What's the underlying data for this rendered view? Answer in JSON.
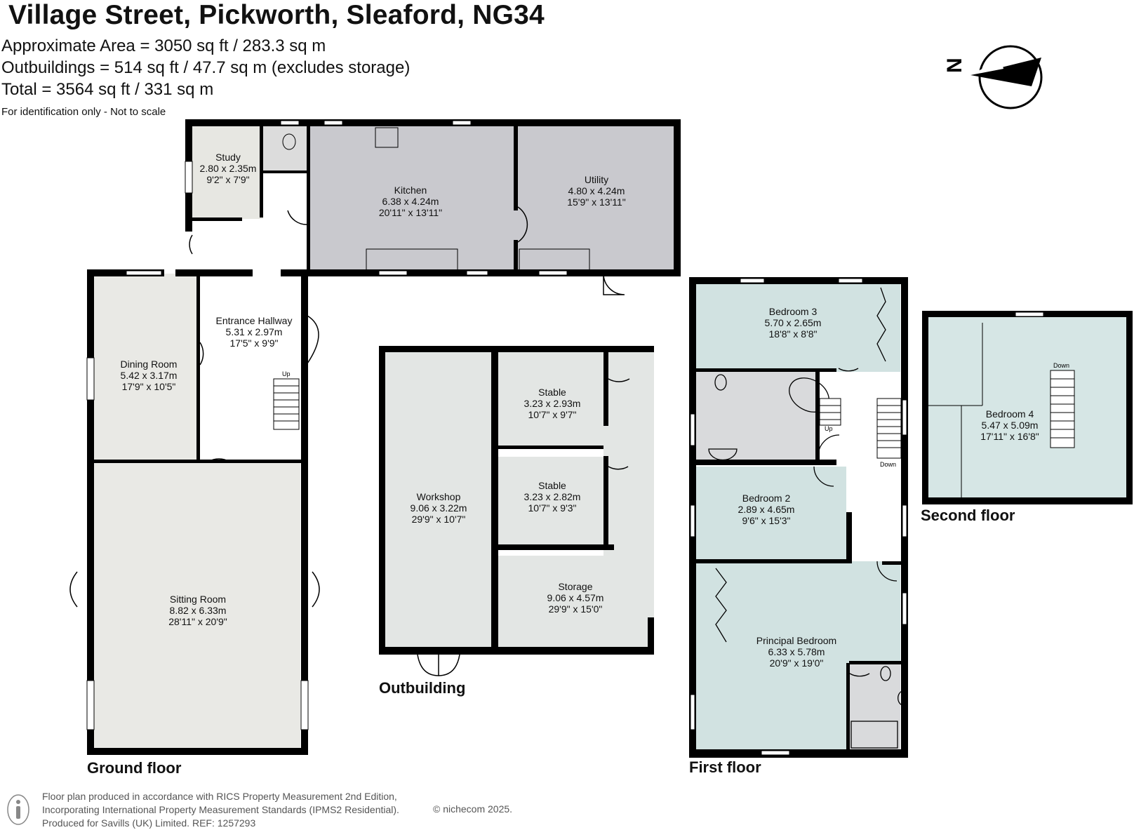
{
  "header": {
    "title": "Village Street, Pickworth, Sleaford, NG34",
    "approx_area": "Approximate Area = 3050 sq ft / 283.3 sq m",
    "outbuildings": "Outbuildings = 514 sq ft / 47.7 sq m (excludes storage)",
    "total": "Total = 3564 sq ft / 331 sq m",
    "note": "For identification only - Not to scale"
  },
  "compass": {
    "label": "N"
  },
  "floors": {
    "ground": "Ground floor",
    "outbuilding": "Outbuilding",
    "first": "First floor",
    "second": "Second floor"
  },
  "rooms": {
    "study": {
      "name": "Study",
      "metric": "2.80 x 2.35m",
      "imperial": "9'2\" x 7'9\""
    },
    "kitchen": {
      "name": "Kitchen",
      "metric": "6.38 x 4.24m",
      "imperial": "20'11\" x 13'11\""
    },
    "utility": {
      "name": "Utility",
      "metric": "4.80 x 4.24m",
      "imperial": "15'9\" x 13'11\""
    },
    "hallway": {
      "name": "Entrance Hallway",
      "metric": "5.31 x 2.97m",
      "imperial": "17'5\" x 9'9\""
    },
    "dining": {
      "name": "Dining Room",
      "metric": "5.42 x 3.17m",
      "imperial": "17'9\" x 10'5\""
    },
    "sitting": {
      "name": "Sitting Room",
      "metric": "8.82 x 6.33m",
      "imperial": "28'11\" x 20'9\""
    },
    "workshop": {
      "name": "Workshop",
      "metric": "9.06 x 3.22m",
      "imperial": "29'9\" x 10'7\""
    },
    "stable1": {
      "name": "Stable",
      "metric": "3.23 x 2.93m",
      "imperial": "10'7\" x 9'7\""
    },
    "stable2": {
      "name": "Stable",
      "metric": "3.23 x 2.82m",
      "imperial": "10'7\" x 9'3\""
    },
    "storage": {
      "name": "Storage",
      "metric": "9.06 x 4.57m",
      "imperial": "29'9\" x 15'0\""
    },
    "bedroom3": {
      "name": "Bedroom 3",
      "metric": "5.70 x 2.65m",
      "imperial": "18'8\" x 8'8\""
    },
    "bedroom2": {
      "name": "Bedroom 2",
      "metric": "2.89 x 4.65m",
      "imperial": "9'6\" x 15'3\""
    },
    "principal": {
      "name": "Principal Bedroom",
      "metric": "6.33 x 5.78m",
      "imperial": "20'9\" x 19'0\""
    },
    "bedroom4": {
      "name": "Bedroom 4",
      "metric": "5.47 x 5.09m",
      "imperial": "17'11\" x 16'8\""
    }
  },
  "stairs": {
    "up": "Up",
    "down": "Down"
  },
  "footer": {
    "line1": "Floor plan produced in accordance with RICS Property Measurement 2nd Edition,",
    "line2": "Incorporating International Property Measurement Standards (IPMS2 Residential).",
    "line3": "Produced for Savills (UK) Limited.   REF:  1257293",
    "copyright": "© nichecom 2025."
  },
  "colors": {
    "wall": "#000000",
    "kitchen_fill": "#c9c9ce",
    "study_fill": "#e7e7e2",
    "ground_fill": "#e9e9e5",
    "hall_fill": "#ffffff",
    "outbuilding_fill": "#e3e6e4",
    "first_fill": "#d1e2e1",
    "bathroom_fill": "#d9dadc",
    "second_fill": "#d6e6e5"
  }
}
